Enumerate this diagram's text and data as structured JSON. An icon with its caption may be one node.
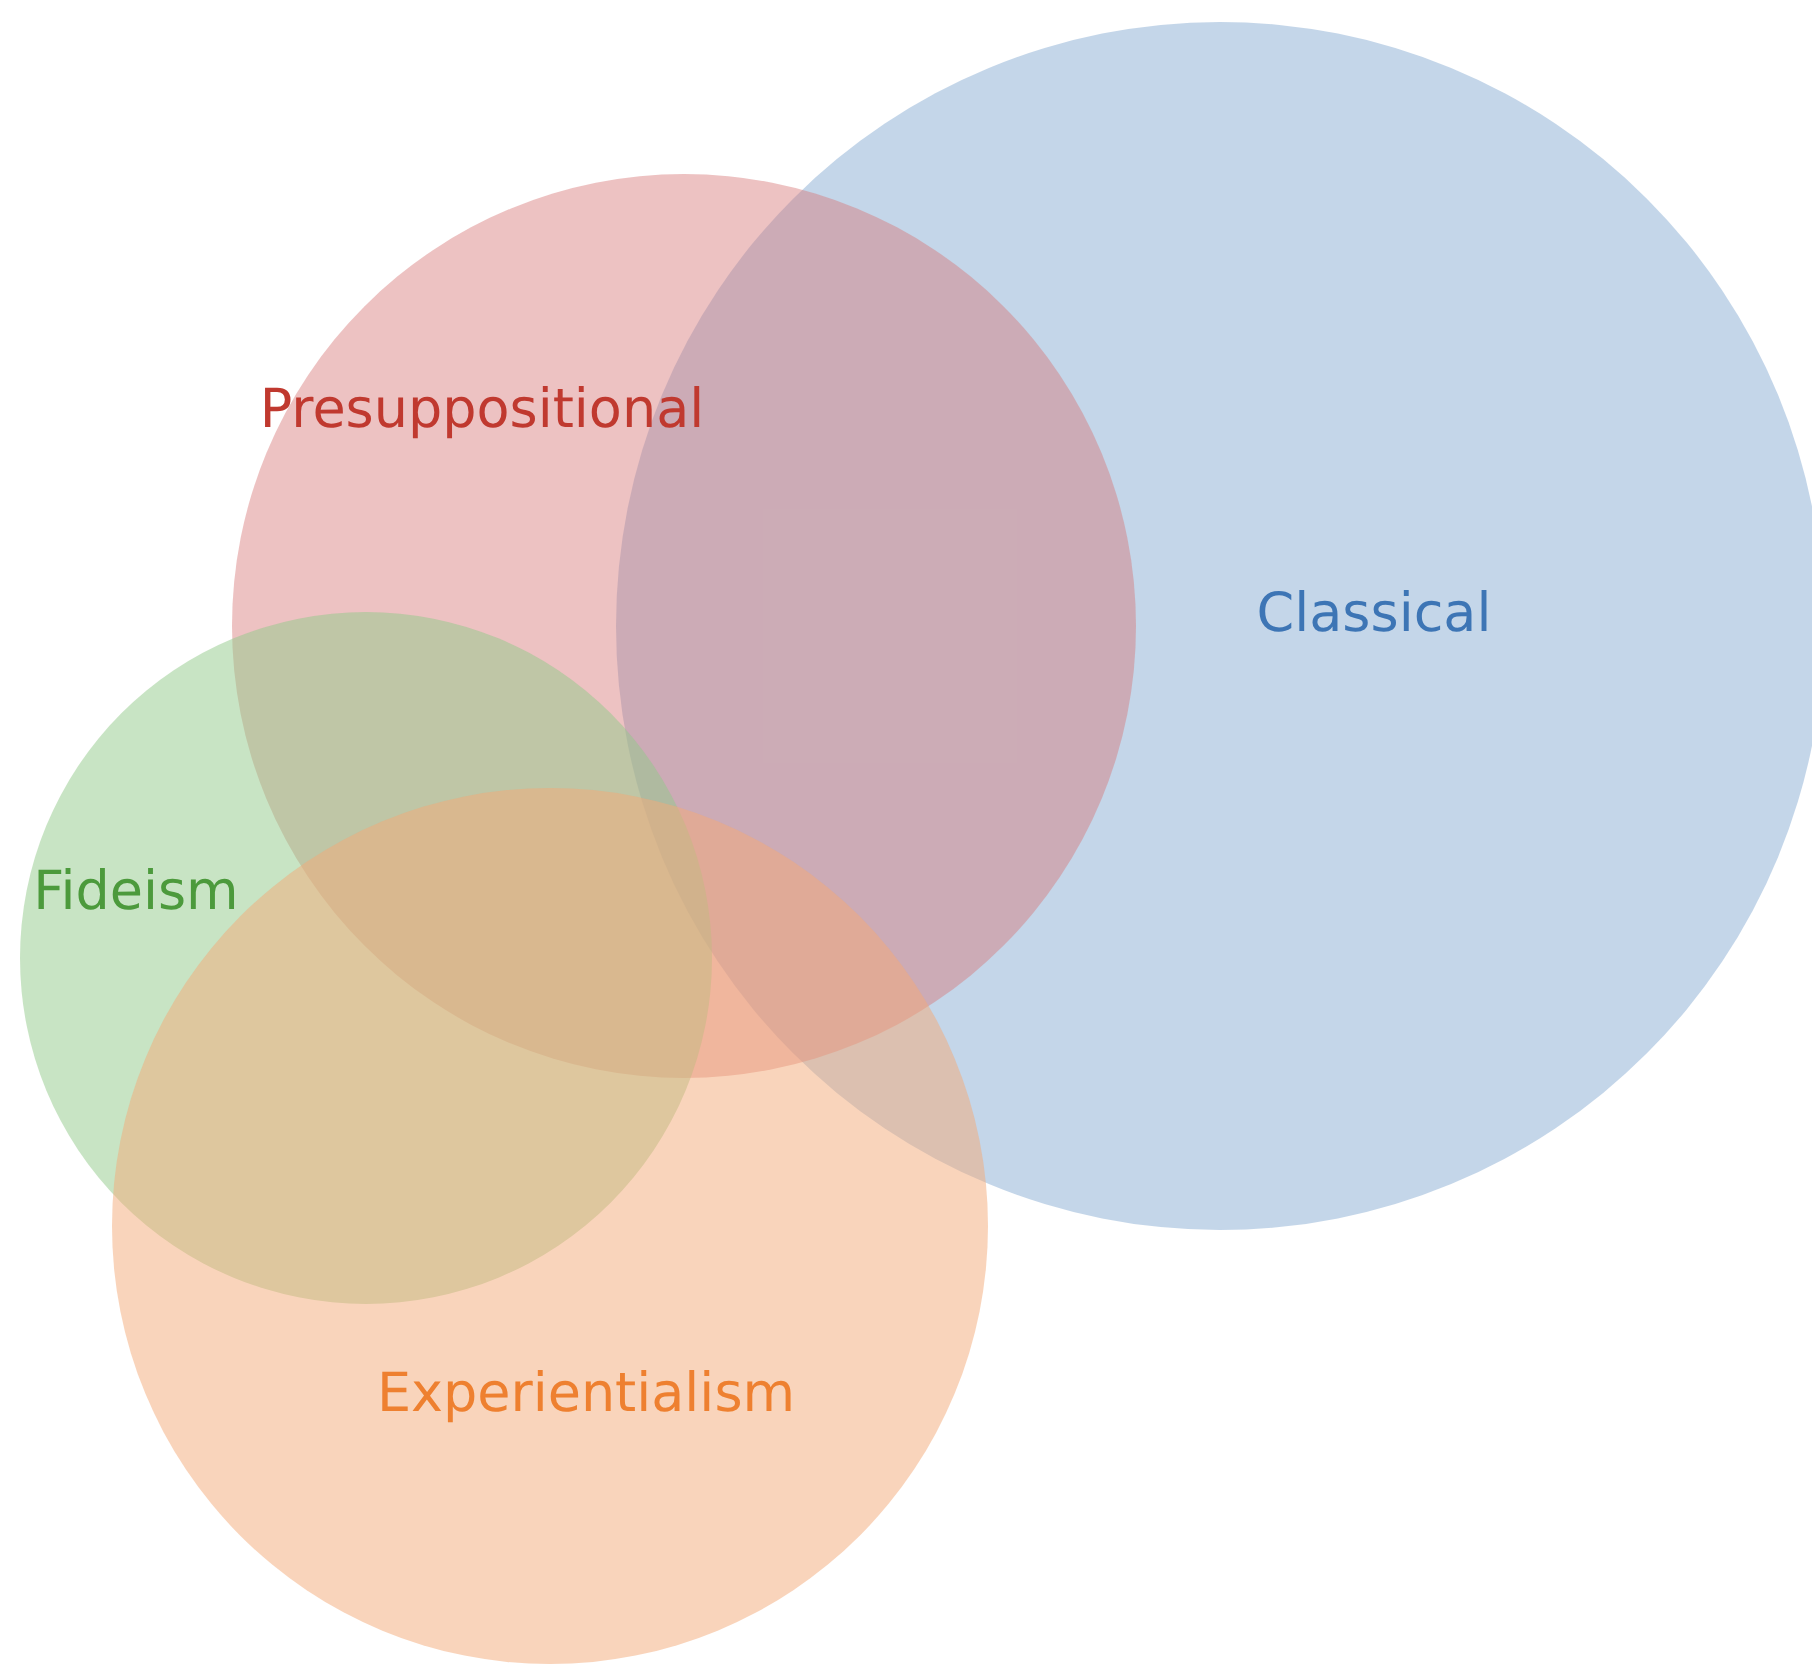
{
  "diagram": {
    "nodes": [
      {
        "text": [
          "Classical"
        ]
      },
      {
        "text": [
          "Presuppositional"
        ]
      },
      {
        "text": [
          "Fideism"
        ]
      },
      {
        "text": [
          "Experientialism"
        ]
      }
    ]
  }
}
